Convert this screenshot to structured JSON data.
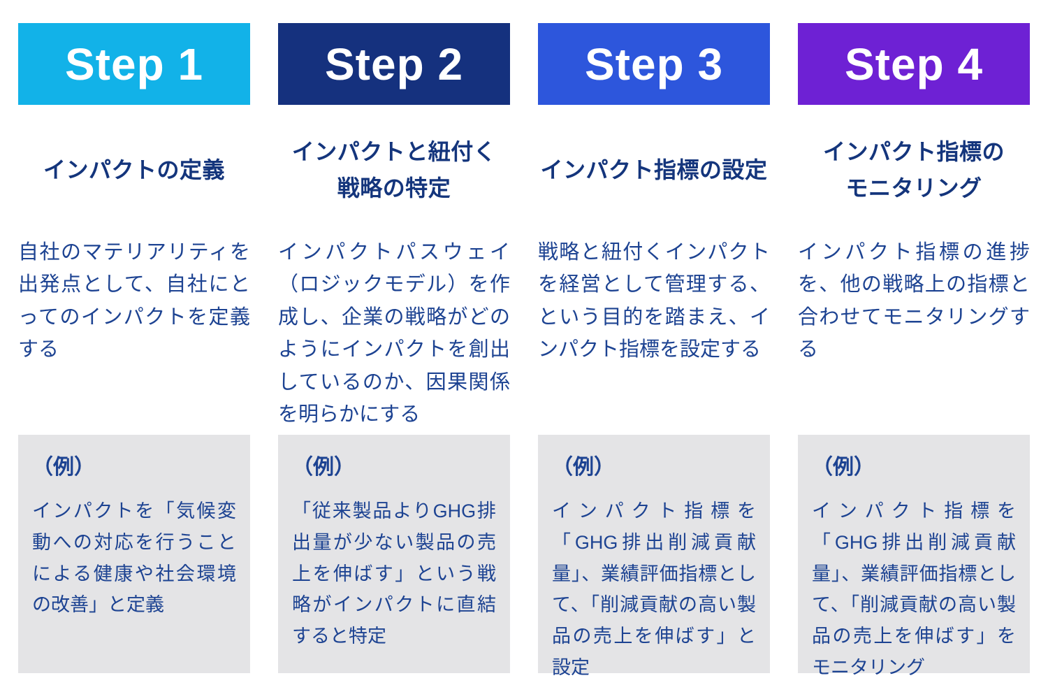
{
  "diagram": {
    "type": "process-steps",
    "language": "ja",
    "colors": {
      "step1_banner": "#12b2e8",
      "step2_banner": "#15317e",
      "step3_banner": "#2d56dc",
      "step4_banner": "#6e21d4",
      "banner_text": "#ffffff",
      "title_text": "#14357c",
      "body_text": "#1d4392",
      "example_box_background": "#e4e4e6"
    }
  },
  "steps": [
    {
      "step_label": "Step 1",
      "banner_color": "#12b2e8",
      "title": "インパクトの定義",
      "description": "自社のマテリアリティを出発点として、自社にとってのインパクトを定義する",
      "example_label": "（例）",
      "example_text": "インパクトを「気候変動への対応を行うことによる健康や社会環境の改善」と定義"
    },
    {
      "step_label": "Step 2",
      "banner_color": "#15317e",
      "title": "インパクトと紐付く\n戦略の特定",
      "description": "インパクトパスウェイ（ロジックモデル）を作成し、企業の戦略がどのようにインパクトを創出しているのか、因果関係を明らかにする",
      "example_label": "（例）",
      "example_text": "「従来製品よりGHG排出量が少ない製品の売上を伸ばす」という戦略がインパクトに直結すると特定"
    },
    {
      "step_label": "Step 3",
      "banner_color": "#2d56dc",
      "title": "インパクト指標の設定",
      "description": "戦略と紐付くインパクトを経営として管理する、という目的を踏まえ、インパクト指標を設定する",
      "example_label": "（例）",
      "example_text": "インパクト指標を「GHG排出削減貢献量」、業績評価指標として、「削減貢献の高い製品の売上を伸ばす」と設定"
    },
    {
      "step_label": "Step 4",
      "banner_color": "#6e21d4",
      "title": "インパクト指標の\nモニタリング",
      "description": "インパクト指標の進捗を、他の戦略上の指標と合わせてモニタリングする",
      "example_label": "（例）",
      "example_text": "インパクト指標を「GHG排出削減貢献量」、業績評価指標として、「削減貢献の高い製品の売上を伸ばす」をモニタリング"
    }
  ]
}
